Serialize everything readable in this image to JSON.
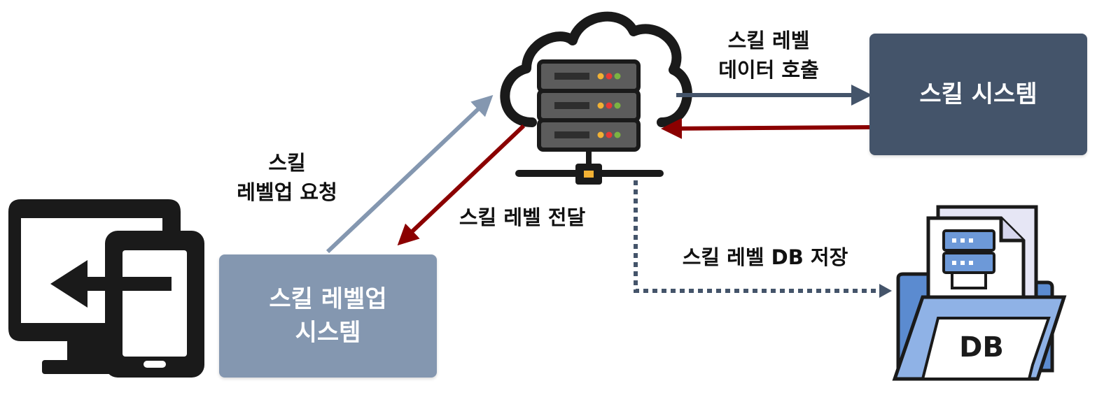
{
  "nodes": {
    "skill_system": {
      "label": "스킬 시스템",
      "color": "#44546a"
    },
    "levelup_system": {
      "line1": "스킬 레벨업",
      "line2": "시스템",
      "color": "#8497b0"
    },
    "db_badge": {
      "text": "DB"
    }
  },
  "edges": {
    "levelup_request": {
      "line1": "스킬",
      "line2": "레벨업 요청"
    },
    "level_deliver": {
      "label": "스킬 레벨 전달"
    },
    "data_call": {
      "line1": "스킬 레벨",
      "line2": "데이터 호출"
    },
    "db_store": {
      "label": "스킬 레벨 DB 저장"
    }
  },
  "colors": {
    "arrow_light": "#8497b0",
    "arrow_dark": "#44546a",
    "arrow_red": "#8b0000",
    "dashed": "#44546a",
    "icon_dark": "#1a1a1a",
    "server_body": "#5c5c5c",
    "db_blue": "#5b8bd0"
  }
}
